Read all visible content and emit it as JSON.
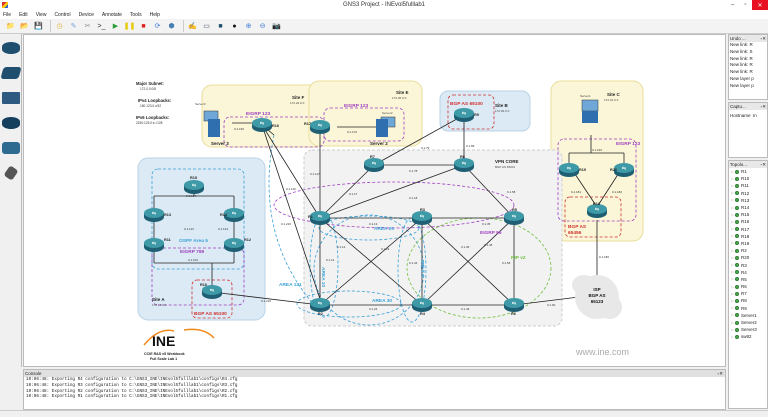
{
  "window": {
    "title": "GNS3 Project - INEvol5fulllab1",
    "minimize": "–",
    "maximize": "▫",
    "close": "✕"
  },
  "menu": [
    "File",
    "Edit",
    "View",
    "Control",
    "Device",
    "Annotate",
    "Tools",
    "Help"
  ],
  "toolbar": [
    {
      "name": "new-project-icon",
      "glyph": "📁",
      "color": "#f4c542"
    },
    {
      "name": "open-project-icon",
      "glyph": "📂",
      "color": "#3a7bd5"
    },
    {
      "name": "save-project-icon",
      "glyph": "💾",
      "color": "#5b8fc9"
    },
    {
      "name": "snapshot-icon",
      "glyph": "◷",
      "color": "#e0b030"
    },
    {
      "name": "show-interface-labels-icon",
      "glyph": "✎",
      "color": "#6aa0d8"
    },
    {
      "name": "add-link-icon",
      "glyph": "✂",
      "color": "#888"
    },
    {
      "name": "console-all-icon",
      "glyph": ">_",
      "color": "#333"
    },
    {
      "name": "start-all-icon",
      "glyph": "▶",
      "color": "#2a9d3a"
    },
    {
      "name": "suspend-all-icon",
      "glyph": "❚❚",
      "color": "#e6c800"
    },
    {
      "name": "stop-all-icon",
      "glyph": "■",
      "color": "#e02020"
    },
    {
      "name": "reload-all-icon",
      "glyph": "⟳",
      "color": "#3a7bd5"
    },
    {
      "name": "virtualbox-icon",
      "glyph": "⬢",
      "color": "#4a7fb5"
    },
    {
      "name": "add-note-icon",
      "glyph": "✍",
      "color": "#aaa"
    },
    {
      "name": "insert-picture-icon",
      "glyph": "▭",
      "color": "#456"
    },
    {
      "name": "draw-rectangle-icon",
      "glyph": "■",
      "color": "#1a4f6e"
    },
    {
      "name": "draw-ellipse-icon",
      "glyph": "●",
      "color": "#111"
    },
    {
      "name": "zoom-in-icon",
      "glyph": "⊕",
      "color": "#3a7bd5"
    },
    {
      "name": "zoom-out-icon",
      "glyph": "⊖",
      "color": "#3a7bd5"
    },
    {
      "name": "screenshot-icon",
      "glyph": "📷",
      "color": "#333"
    }
  ],
  "left_dock": [
    "routers",
    "switches",
    "end-devices",
    "security-devices",
    "all-devices",
    "add-link"
  ],
  "undo_panel": {
    "title": "Undo ...",
    "items": [
      "New link: R",
      "New link: S",
      "New link: R",
      "New link: R",
      "New link: R",
      "New layer p",
      "New layer p"
    ]
  },
  "capture_panel": {
    "title": "Captu...",
    "columns": [
      "Hostname",
      "In"
    ]
  },
  "topology_panel": {
    "title": "Topolo...",
    "nodes": [
      "R1",
      "R10",
      "R11",
      "R12",
      "R13",
      "R14",
      "R15",
      "R16",
      "R17",
      "R18",
      "R19",
      "R2",
      "R20",
      "R3",
      "R4",
      "R5",
      "R6",
      "R7",
      "R8",
      "R9",
      "Server1",
      "Server2",
      "Server3",
      "sw82"
    ]
  },
  "console": {
    "title": "Console",
    "lines": [
      "10:06:48: Exporting R4 configuration to C:\\GNS3_INE\\INEvol5fulllab1\\configs\\R4.cfg",
      "10:06:48: Exporting R3 configuration to C:\\GNS3_INE\\INEvol5fulllab1\\configs\\R3.cfg",
      "10:06:48: Exporting R2 configuration to C:\\GNS3_INE\\INEvol5fulllab1\\configs\\R2.cfg",
      "10:06:48: Exporting R1 configuration to C:\\GNS3_INE\\INEvol5fulllab1\\configs\\R1.cfg"
    ]
  },
  "diagram": {
    "info": {
      "major_subnet": "Major Subnet:",
      "major_subnet_val": "172.0.0.0/8",
      "ipv4_lo": "IPv4 Loopbacks:",
      "ipv4_lo_val": "150.123.0.x/32",
      "ipv6_lo": "IPv6 Loopbacks:",
      "ipv6_lo_val": "2150:123:0:x::/128"
    },
    "sites": {
      "A": {
        "name": "Site A",
        "subnet": "172.17.0.X"
      },
      "B": {
        "name": "Site B",
        "subnet": "172.30.0.X"
      },
      "C": {
        "name": "Site C",
        "subnet": "172.31.0.X"
      },
      "E": {
        "name": "Site E",
        "subnet": "172.26.0.X"
      },
      "F": {
        "name": "Site F",
        "subnet": "172.22.0.X"
      }
    },
    "vpn_core": {
      "title": "VPN CORE",
      "subtitle": "BGP AS 65001"
    },
    "protocols": {
      "eigrp123": "EIGRP 123",
      "eigrp56": "EIGRP 56",
      "eigrp789": "EIGRP 789",
      "ospf5": "OSPF Area 5",
      "area10": "AREA 10",
      "area20": "AREA 20",
      "area30": "AREA 30",
      "area0": "AREA 0",
      "area121": "AREA 121",
      "rip": "RIP v2",
      "bgp65100a": "BGP AS 65100",
      "bgp65100b": "BGP AS 65100",
      "bgp65456a": "BGP AS",
      "bgp65456b": "65456"
    },
    "isp": {
      "l1": "ISP",
      "l2": "BGP AS",
      "l3": "65123"
    },
    "logo": {
      "brand": "INE",
      "line1": "CCIE R&S v5 Workbook",
      "line2": "Full Scale Lab 1"
    },
    "watermark": "www.ine.com",
    "servers": {
      "s1": "Server1",
      "s2": "Server2",
      "s3": "Server3",
      "s2label": "Server 2",
      "s3label": "Server 3"
    },
    "routers": {
      "R1": "R1",
      "R2": "R2",
      "R3": "R3",
      "R4": "R4",
      "R5": "R5",
      "R6": "R6",
      "R7": "R7",
      "R8": "R8",
      "R9": "R9",
      "R10": "R10",
      "R11": "R11",
      "R12": "R12",
      "R13": "R13",
      "R14": "R14",
      "R15": "R15",
      "R16": "R16",
      "R17": "R17",
      "R18": "R18",
      "R19": "R19",
      "R20": "R20"
    },
    "links": {
      "l117": "0.1.117",
      "l17": "0.1.17",
      "l78": "0.1.78",
      "l18": "0.1.18",
      "l58": "0.1.58",
      "l13": "0.1.13",
      "l35": "0.1.35",
      "l116": "0.1.116",
      "l216": "0.1.216",
      "l14": "0.1.14",
      "l23": "0.1.23",
      "l12": "0.1.12",
      "l34": "0.1.34",
      "l36": "0.1.36",
      "l56": "0.1.56",
      "l45": "0.1.45",
      "l24": "0.1.24",
      "l46": "0.1.46",
      "l210": "0.1.210",
      "l79": "0.1.79",
      "l89": "0.1.89",
      "l60": "0.1.60",
      "l180": "0.1.180",
      "l1719": "0.1.170",
      "l160": "0.1.160",
      "l1112": "0.1.1112",
      "l1314": "0.1.134",
      "l1113": "0.1.113",
      "l1214": "0.1.124",
      "l1012": "0.1.102",
      "l192": "0.1.192",
      "l181": "0.1.181",
      "l182": "0.1.182"
    }
  }
}
